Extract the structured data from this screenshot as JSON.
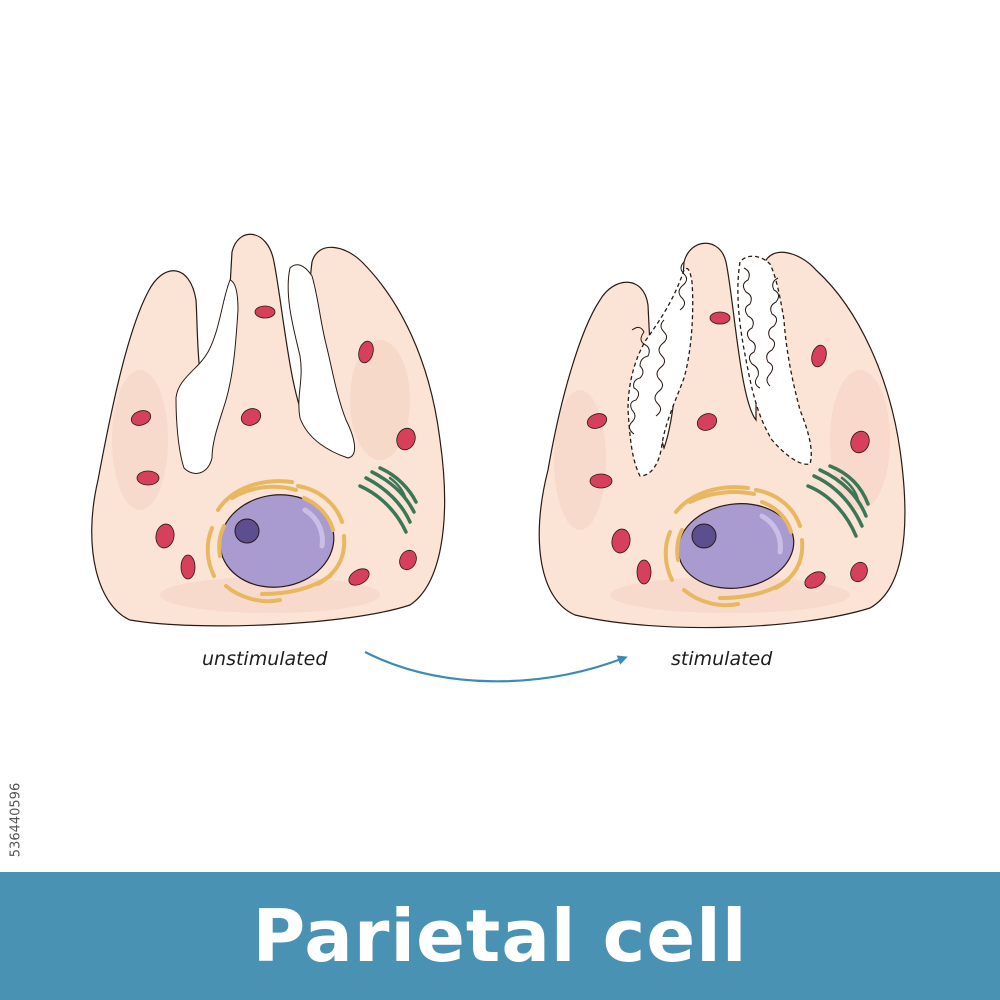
{
  "labels": {
    "unstimulated": "unstimulated",
    "stimulated": "stimulated",
    "title": "Parietal cell",
    "stock_id": "536440596"
  },
  "colors": {
    "cytoplasm": "#fbe3d6",
    "cytoplasm_shade": "#f5d2c2",
    "nucleus": "#a99ad0",
    "nucleolus": "#5d4f8f",
    "mitochondria": "#d7405a",
    "endoplasmic_reticulum": "#e7b85f",
    "golgi": "#3b7656",
    "arrow": "#3d8bb2",
    "banner": "#4a92b4"
  },
  "icons": [
    "parietal-cell-unstimulated",
    "parietal-cell-stimulated",
    "transition-arrow"
  ]
}
